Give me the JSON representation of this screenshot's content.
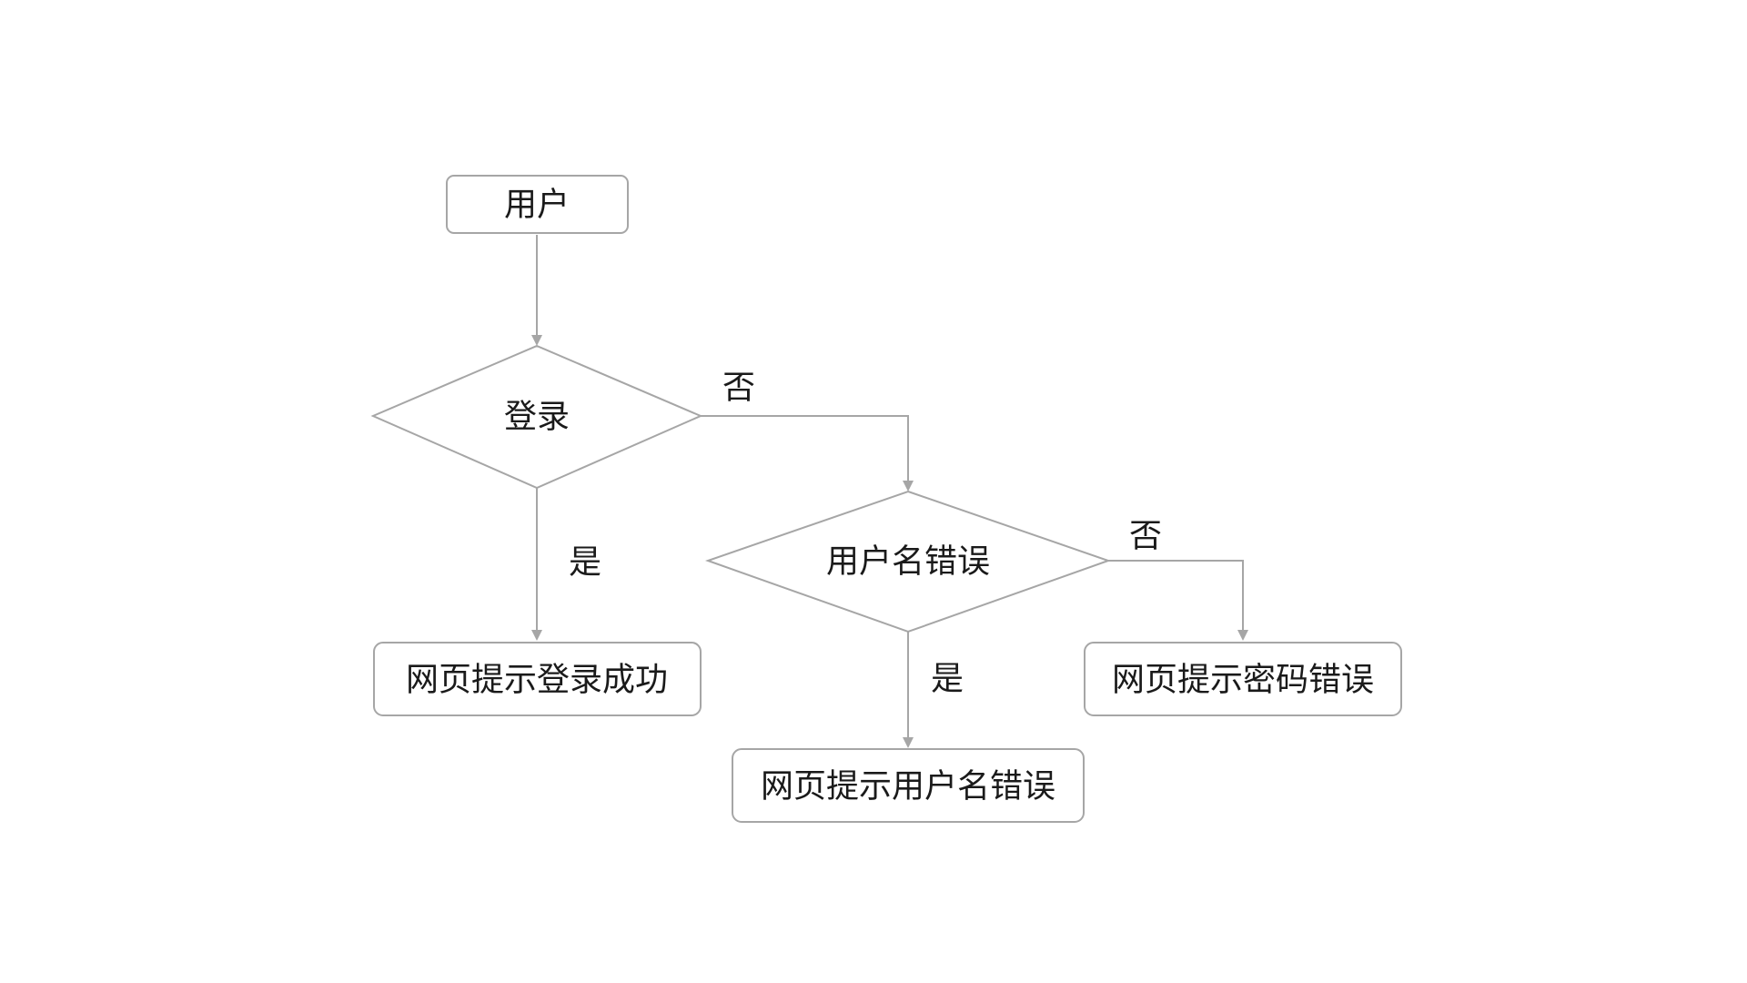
{
  "nodes": {
    "user": "用户",
    "login": "登录",
    "username_error_check": "用户名错误",
    "login_success": "网页提示登录成功",
    "username_error_msg": "网页提示用户名错误",
    "password_error_msg": "网页提示密码错误"
  },
  "edges": {
    "login_no": "否",
    "login_yes": "是",
    "username_no": "否",
    "username_yes": "是"
  },
  "colors": {
    "stroke": "#a6a6a6",
    "text": "#1a1a1a",
    "background": "#ffffff"
  }
}
